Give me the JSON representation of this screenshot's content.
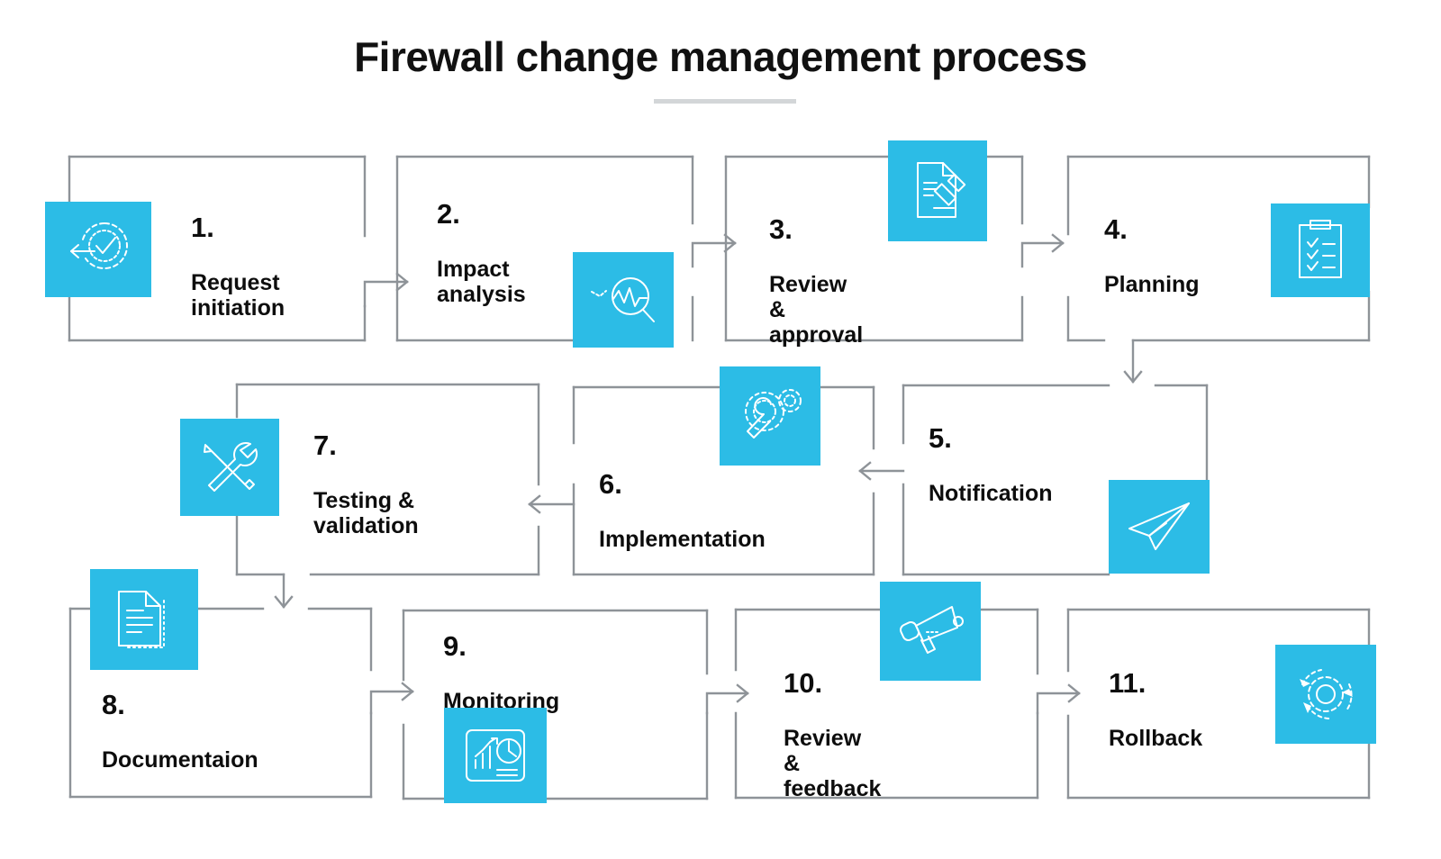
{
  "page": {
    "title": "Firewall change management process",
    "accent_color": "#2cbce6",
    "line_color": "#8e9398",
    "text_color": "#0d0d0d",
    "background": "#ffffff"
  },
  "steps": [
    {
      "num": "1.",
      "label": "Request\ninitiation",
      "icon": "request-initiation-icon"
    },
    {
      "num": "2.",
      "label": "Impact\nanalysis",
      "icon": "impact-analysis-icon"
    },
    {
      "num": "3.",
      "label": "Review\n& approval",
      "icon": "review-approval-icon"
    },
    {
      "num": "4.",
      "label": "Planning",
      "icon": "planning-checklist-icon"
    },
    {
      "num": "5.",
      "label": "Notification",
      "icon": "notification-paperplane-icon"
    },
    {
      "num": "6.",
      "label": "Implementation",
      "icon": "implementation-gears-icon"
    },
    {
      "num": "7.",
      "label": "Testing &\nvalidation",
      "icon": "testing-tools-icon"
    },
    {
      "num": "8.",
      "label": "Documentaion",
      "icon": "documentation-file-icon"
    },
    {
      "num": "9.",
      "label": "Monitoring",
      "icon": "monitoring-dashboard-icon"
    },
    {
      "num": "10.",
      "label": "Review &\nfeedback",
      "icon": "review-feedback-megaphone-icon"
    },
    {
      "num": "11.",
      "label": "Rollback",
      "icon": "rollback-gear-icon"
    }
  ]
}
